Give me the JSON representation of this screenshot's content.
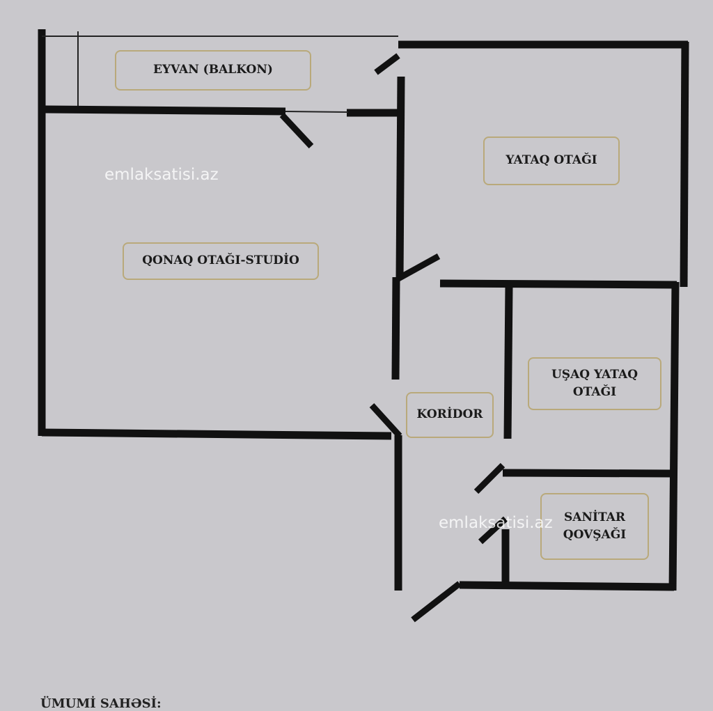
{
  "rooms": {
    "balcony": "EYVAN (BALKON)",
    "bedroom": "YATAQ OTAĞI",
    "living": "QONAQ OTAĞI-STUDİO",
    "corridor": "KORİDOR",
    "kids_line1": "UŞAQ YATAQ",
    "kids_line2": "OTAĞI",
    "bath_line1": "SANİTAR",
    "bath_line2": "QOVŞAĞI"
  },
  "watermark": "emlaksatisi.az",
  "total_area_label": "ÜMUMİ SAHƏSİ:",
  "colors": {
    "background": "#c9c8cc",
    "wall": "#111111",
    "label_border": "#b9a97a"
  }
}
